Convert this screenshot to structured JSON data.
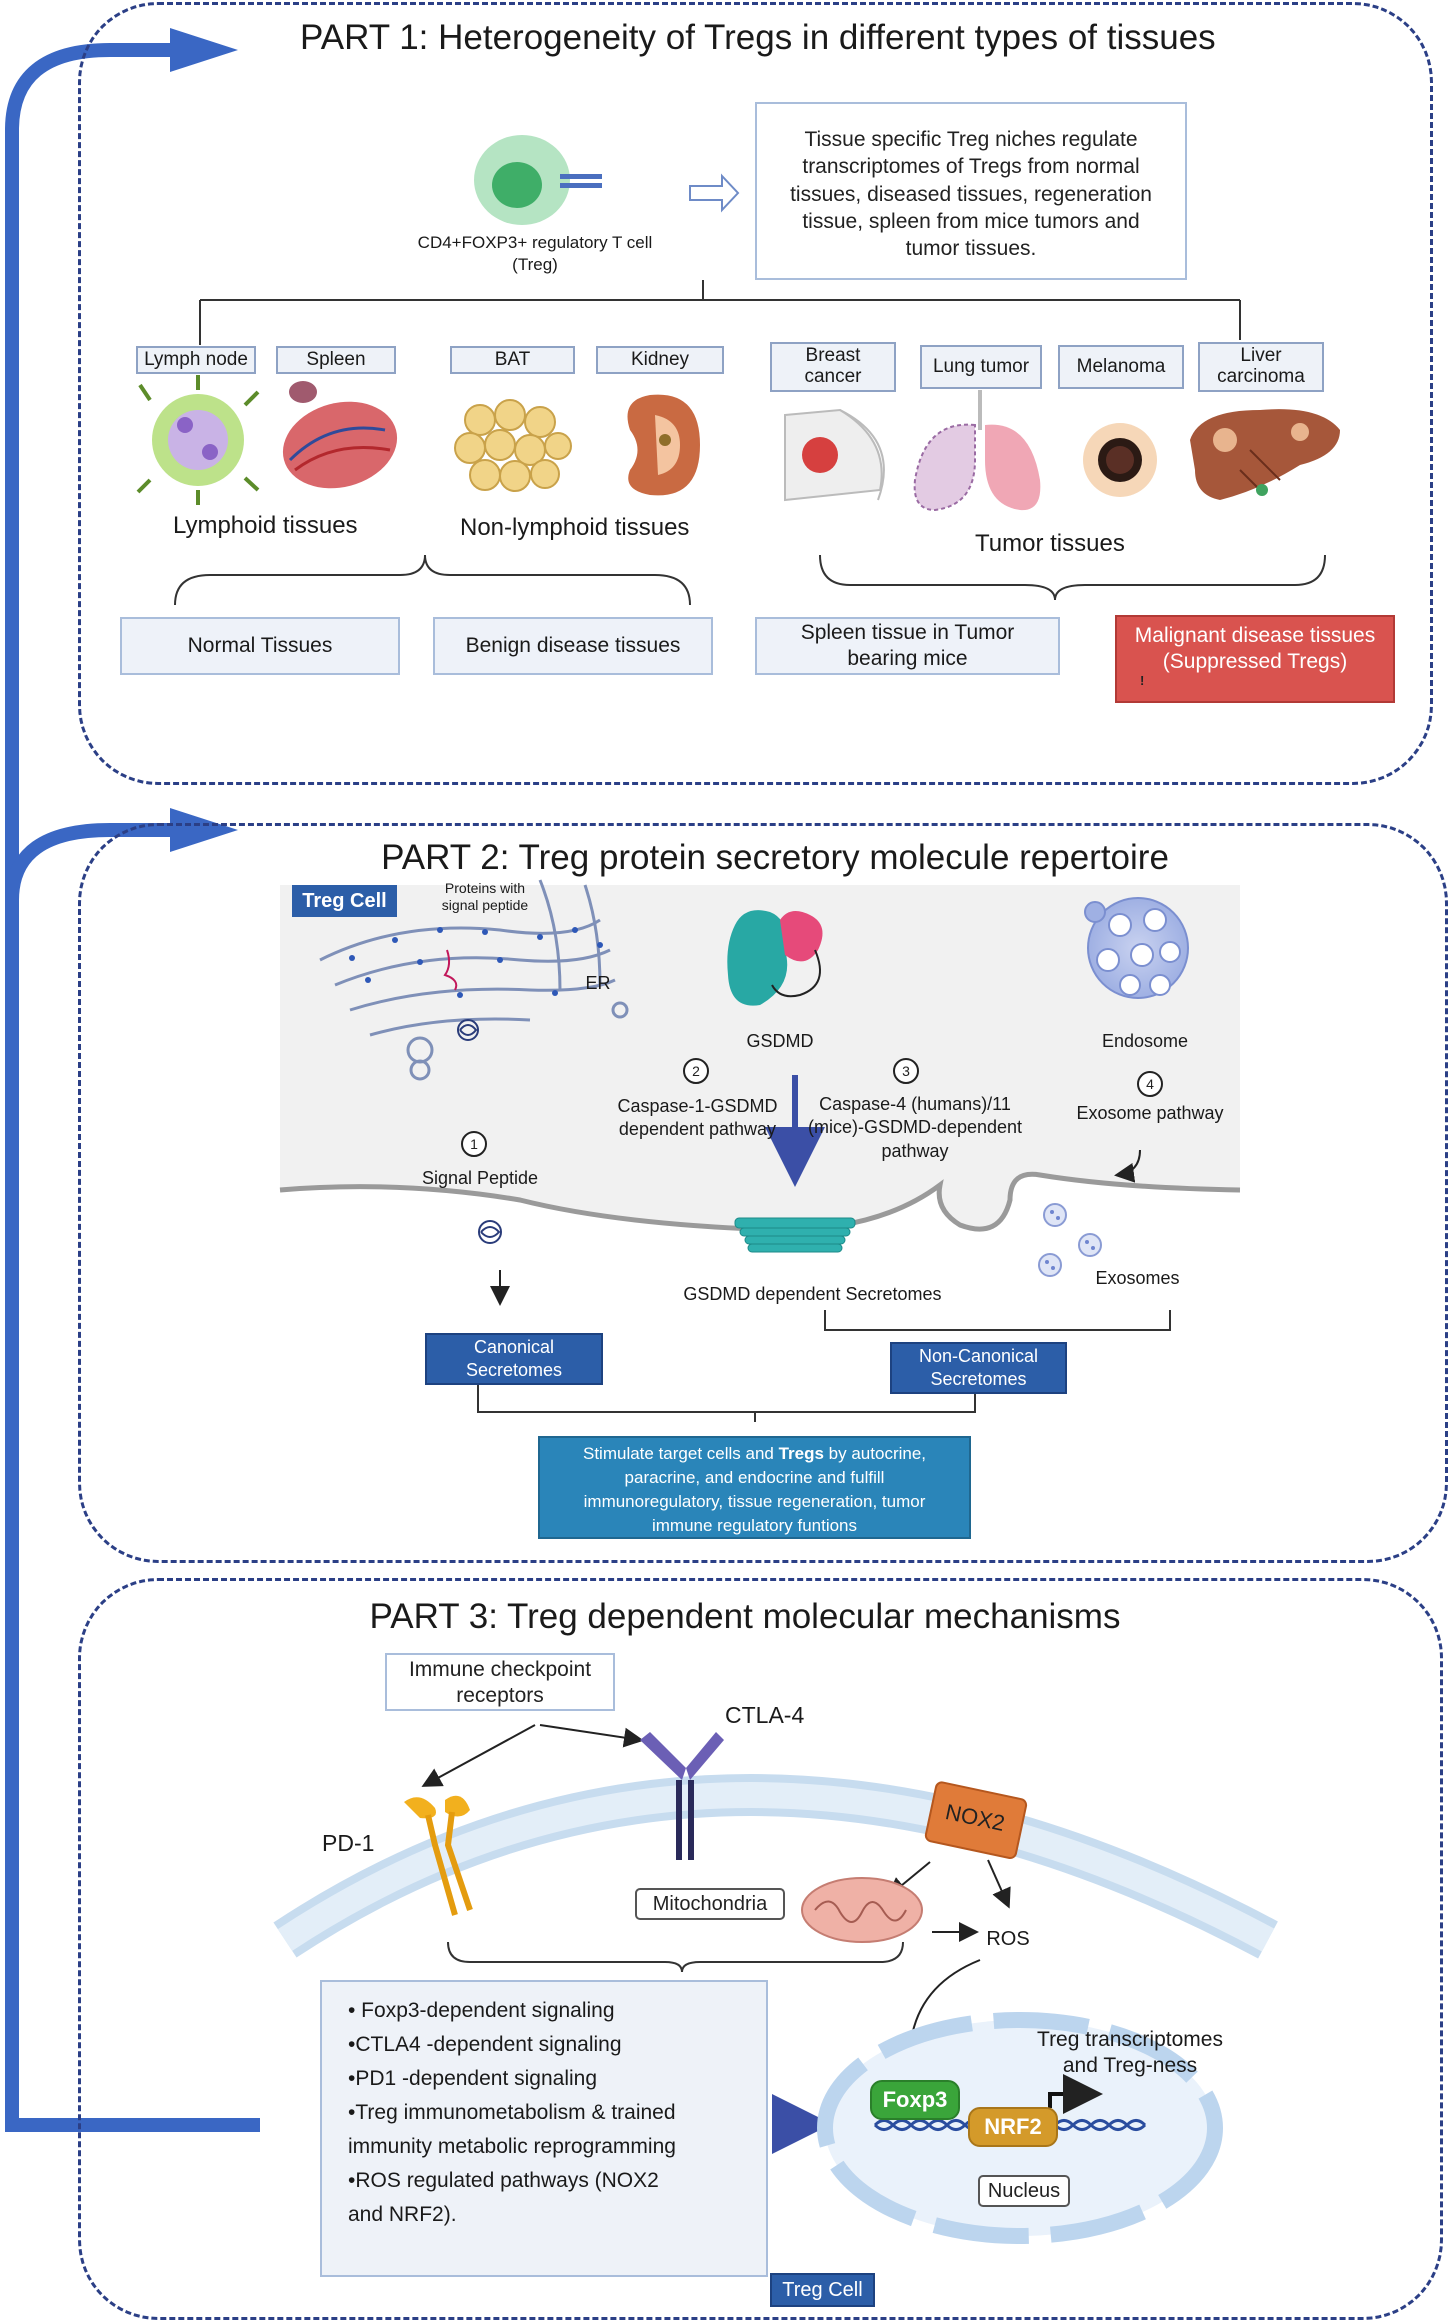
{
  "part1": {
    "title": "PART 1: Heterogeneity of Tregs in different types of tissues",
    "cell_label": "CD4+FOXP3+ regulatory T cell\n(Treg)",
    "info_box": "Tissue specific Treg niches regulate transcriptomes of Tregs from normal tissues, diseased tissues, regeneration tissue, spleen from mice tumors and tumor tissues.",
    "tissues": [
      "Lymph node",
      "Spleen",
      "BAT",
      "Kidney",
      "Breast\ncancer",
      "Lung tumor",
      "Melanoma",
      "Liver\ncarcinoma"
    ],
    "lymphoid_label": "Lymphoid tissues",
    "nonlymphoid_label": "Non-lymphoid tissues",
    "tumor_label": "Tumor tissues",
    "categories": {
      "normal": "Normal Tissues",
      "benign": "Benign disease tissues",
      "spleen_tumor": "Spleen tissue in Tumor bearing mice",
      "malignant": "Malignant disease tissues (Suppressed Tregs)"
    },
    "warning_symbol": "!"
  },
  "part2": {
    "title": "PART 2: Treg protein secretory molecule repertoire",
    "treg_cell_tag": "Treg Cell",
    "proteins_label": "Proteins with\nsignal peptide",
    "er_label": "ER",
    "gsdmd_label": "GSDMD",
    "endosome_label": "Endosome",
    "steps": [
      {
        "num": "1",
        "label": "Signal Peptide"
      },
      {
        "num": "2",
        "label": "Caspase-1-GSDMD\ndependent pathway"
      },
      {
        "num": "3",
        "label": "Caspase-4 (humans)/11\n(mice)-GSDMD-dependent\npathway"
      },
      {
        "num": "4",
        "label": "Exosome pathway"
      }
    ],
    "gsdmd_secretomes": "GSDMD dependent Secretomes",
    "exosomes_label": "Exosomes",
    "canonical": "Canonical\nSecretomes",
    "noncanonical": "Non-Canonical\nSecretomes",
    "stimulate_pre": "Stimulate target cells and ",
    "stimulate_bold": "Tregs",
    "stimulate_post": " by autocrine, paracrine, and endocrine and fulfill immunoregulatory, tissue regeneration, tumor immune regulatory funtions"
  },
  "part3": {
    "title": "PART 3: Treg dependent molecular mechanisms",
    "checkpoint_box": "Immune checkpoint\nreceptors",
    "ctla4": "CTLA-4",
    "pd1": "PD-1",
    "nox2": "NOX2",
    "mitochondria": "Mitochondria",
    "ros": "ROS",
    "list": [
      "• Foxp3-dependent signaling",
      "•CTLA4 -dependent signaling",
      "•PD1 -dependent signaling",
      "•Treg immunometabolism & trained",
      "immunity metabolic reprogramming",
      "•ROS regulated pathways (NOX2",
      "and NRF2)."
    ],
    "foxp3": "Foxp3",
    "nrf2": "NRF2",
    "transcriptomes": "Treg transcriptomes\nand Treg-ness",
    "nucleus": "Nucleus",
    "treg_cell_tag": "Treg Cell"
  },
  "colors": {
    "dashed_border": "#2b3f86",
    "flow_arrow": "#3a67c4",
    "blue_box": "#2c5ea8",
    "malignant_box": "#d9534f",
    "foxp3": "#3aa53a",
    "nrf2": "#d49a2a",
    "nox2": "#e07b39"
  }
}
